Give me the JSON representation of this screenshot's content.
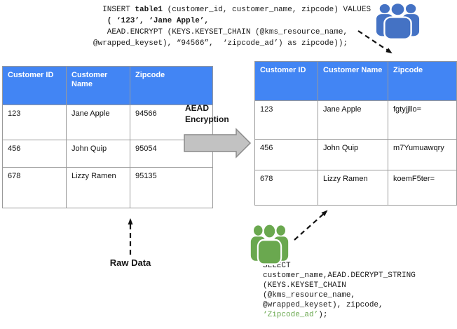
{
  "labels": {
    "aead_encryption": "AEAD Encryption",
    "raw_data": "Raw Data"
  },
  "insert_sql": {
    "lines": [
      [
        {
          "text": "  INSERT ",
          "style": ""
        },
        {
          "text": "table1",
          "style": "bold"
        },
        {
          "text": " (customer_id, customer_name, zipcode) VALUES",
          "style": ""
        }
      ],
      [
        {
          "text": "   ( ‘123’, ‘Jane Apple’,",
          "style": "bold"
        }
      ],
      [
        {
          "text": "   AEAD.ENCRYPT (KEYS.KEYSET_CHAIN (@kms_resource_name,",
          "style": ""
        }
      ],
      [
        {
          "text": "@wrapped_keyset), “94566”,  ‘zipcode_ad’) as zipcode));",
          "style": ""
        }
      ]
    ]
  },
  "select_sql": {
    "lines": [
      [
        {
          "text": "SELECT",
          "style": ""
        }
      ],
      [
        {
          "text": "customer_name,AEAD.DECRYPT_STRING",
          "style": ""
        }
      ],
      [
        {
          "text": "(KEYS.KEYSET_CHAIN",
          "style": ""
        }
      ],
      [
        {
          "text": "(@kms_resource_name,",
          "style": ""
        }
      ],
      [
        {
          "text": "@wrapped_keyset), zipcode,",
          "style": ""
        }
      ],
      [
        {
          "text": "‘Zipcode_ad’",
          "style": "green"
        },
        {
          "text": ");",
          "style": ""
        }
      ]
    ]
  },
  "left_table": {
    "headers": [
      "Customer ID",
      "Customer Name",
      "Zipcode"
    ],
    "rows": [
      [
        "123",
        "Jane Apple",
        "94566"
      ],
      [
        "456",
        "John Quip",
        "95054"
      ],
      [
        "678",
        "Lizzy Ramen",
        "95135"
      ]
    ]
  },
  "right_table": {
    "headers": [
      "Customer ID",
      "Customer Name",
      "Zipcode"
    ],
    "rows": [
      [
        "123",
        "Jane Apple",
        "fgtyjjllo="
      ],
      [
        "456",
        "John Quip",
        "m7Yumuawqry"
      ],
      [
        "678",
        "Lizzy Ramen",
        "koemF5ter="
      ]
    ]
  },
  "icons": {
    "top_right": "users-group-icon",
    "bottom": "users-group-icon"
  },
  "colors": {
    "table-header-bg": "#4285f4",
    "table-border": "#9a9a9a",
    "users-blue": "#4472c4",
    "users-green": "#6aa84f",
    "sql-green": "#6aa84f",
    "block-arrow-fill": "#c2c2c2",
    "block-arrow-stroke": "#8a8a8a",
    "dashed-arrow": "#111111"
  }
}
